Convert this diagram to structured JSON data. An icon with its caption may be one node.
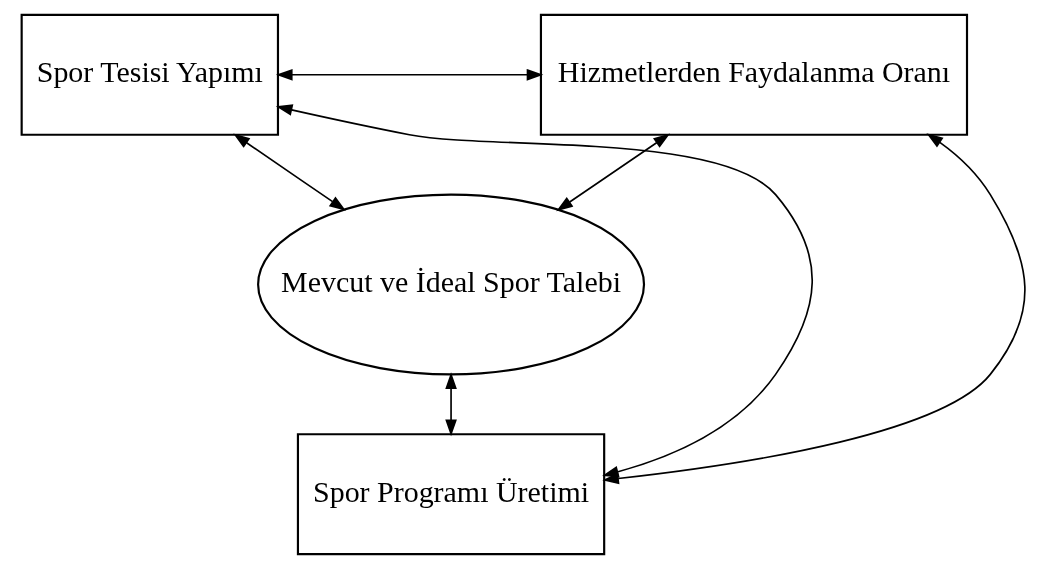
{
  "diagram": {
    "nodes": [
      {
        "text": [
          "Spor Tesisi Yapımı"
        ]
      },
      {
        "text": [
          "Hizmetlerden Faydalanma Oranı"
        ]
      },
      {
        "text": [
          "Mevcut ve İdeal Spor Talebi"
        ]
      },
      {
        "text": [
          "Spor Programı Üretimi"
        ]
      }
    ],
    "edges": [
      {
        "from": 0,
        "to": 1,
        "arrow": "both"
      },
      {
        "from": 0,
        "to": 2,
        "arrow": "both"
      },
      {
        "from": 1,
        "to": 2,
        "arrow": "both"
      },
      {
        "from": 2,
        "to": 3,
        "arrow": "both"
      },
      {
        "from": 0,
        "to": 3,
        "arrow": "both"
      },
      {
        "from": 1,
        "to": 3,
        "arrow": "both"
      }
    ]
  }
}
